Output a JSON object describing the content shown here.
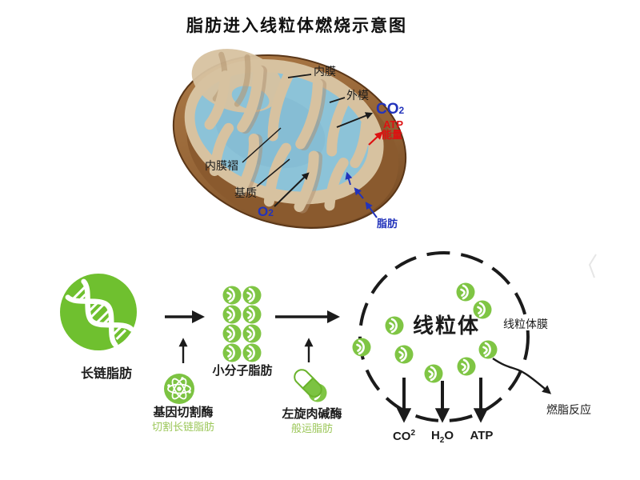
{
  "title": "脂肪进入线粒体燃烧示意图",
  "mito": {
    "inner_membrane": "内膜",
    "outer_membrane": "外模",
    "co2_base": "CO",
    "co2_sub": "2",
    "atp": "ATP",
    "energy": "能量",
    "inner_folds": "内膜褶",
    "matrix": "基质",
    "o2_base": "O",
    "o2_sub": "2",
    "fat": "脂肪"
  },
  "flow": {
    "long_chain_fat": "长链脂肪",
    "small_fat": "小分子脂肪",
    "enzyme1_name": "基因切割酶",
    "enzyme1_desc": "切割长链脂肪",
    "enzyme2_name": "左旋肉碱酶",
    "enzyme2_desc": "般运脂肪",
    "mito_label": "线粒体",
    "membrane_label": "线粒体膜",
    "out_co2_base": "CO",
    "out_co2_sup": "2",
    "out_h2o_pre": "H",
    "out_h2o_sub": "2",
    "out_h2o_post": "O",
    "out_atp": "ATP",
    "burn": "燃脂反应"
  },
  "icons": {
    "dna": "dna-icon",
    "atom": "atom-icon",
    "capsule": "capsule-icon",
    "fat_ball": "fat-molecule-icon"
  },
  "colors": {
    "green_primary": "#6fc02f",
    "green_ball": "#7fc544",
    "green_light_text": "#9cc75a",
    "blue_label": "#2233bb",
    "red_label": "#dd1111",
    "brown_outer": "#9a6434",
    "cream": "#d7c2a0",
    "matrix_blue": "#8cc3d8"
  }
}
